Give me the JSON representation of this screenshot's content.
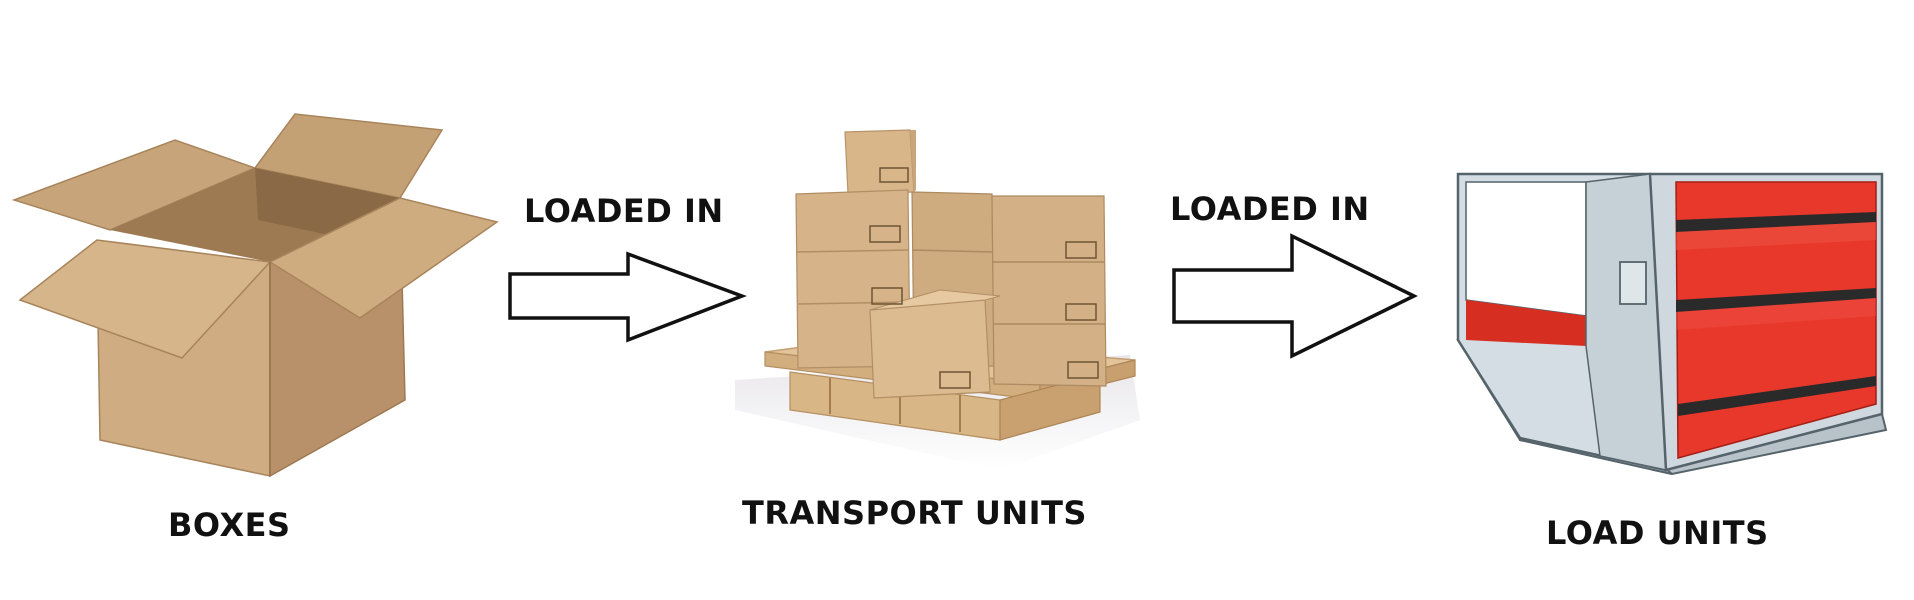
{
  "stages": [
    {
      "label": "BOXES",
      "icon": "open-cardboard-box-icon"
    },
    {
      "label": "TRANSPORT UNITS",
      "icon": "pallet-with-boxes-icon"
    },
    {
      "label": "LOAD UNITS",
      "icon": "air-cargo-container-icon"
    }
  ],
  "connectors": [
    {
      "label": "LOADED IN",
      "icon": "right-arrow-icon"
    },
    {
      "label": "LOADED IN",
      "icon": "right-arrow-icon"
    }
  ],
  "colors": {
    "cardboard": "#c9a57c",
    "pallet": "#dcb78a",
    "container_frame": "#cfd8de",
    "container_curtain": "#e8382b"
  }
}
